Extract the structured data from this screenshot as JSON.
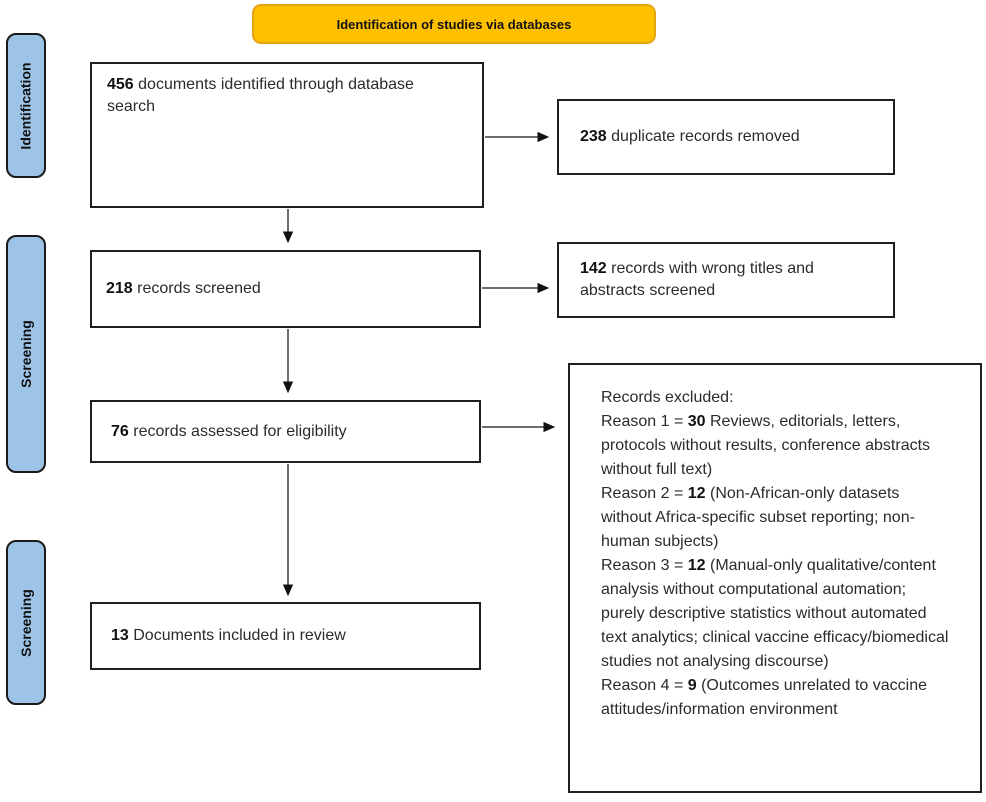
{
  "title_banner": {
    "label": "Identification of studies via databases"
  },
  "colors": {
    "banner_bg": "#FFC000",
    "banner_border": "#E2A512",
    "sidebar_bg": "#9DC3E6",
    "box_border": "#1F1F1F",
    "arrow": "#3D3D3D"
  },
  "sidebar": {
    "items": [
      {
        "label": "Identification"
      },
      {
        "label": "Screening"
      },
      {
        "label": "Screening"
      }
    ]
  },
  "boxes": {
    "identified": {
      "count": "456",
      "label": "documents identified through database search"
    },
    "duplicates_removed": {
      "count": "238",
      "label": "duplicate records removed"
    },
    "screened": {
      "count": "218",
      "label": "records screened"
    },
    "wrong_titles": {
      "count": "142",
      "label": "records with wrong titles and abstracts screened"
    },
    "assessed": {
      "count": "76",
      "label": "records assessed for eligibility"
    },
    "included": {
      "count": "13",
      "label": "Documents included in review"
    },
    "excluded": {
      "title": "Records excluded:",
      "reasons": [
        {
          "prefix": "Reason 1 =",
          "count": "30",
          "text": "Reviews, editorials, letters, protocols without results, conference abstracts without full text)"
        },
        {
          "prefix": "Reason 2 =",
          "count": "12",
          "text": "(Non-African-only datasets without Africa-specific subset reporting; non-human subjects)"
        },
        {
          "prefix": "Reason 3 =",
          "count": "12",
          "text": "(Manual-only qualitative/content analysis without computational automation; purely descriptive statistics without automated text analytics; clinical vaccine efficacy/biomedical studies not analysing discourse)"
        },
        {
          "prefix": "Reason 4 =",
          "count": "9",
          "text": "(Outcomes unrelated to vaccine attitudes/information environment"
        }
      ]
    }
  }
}
